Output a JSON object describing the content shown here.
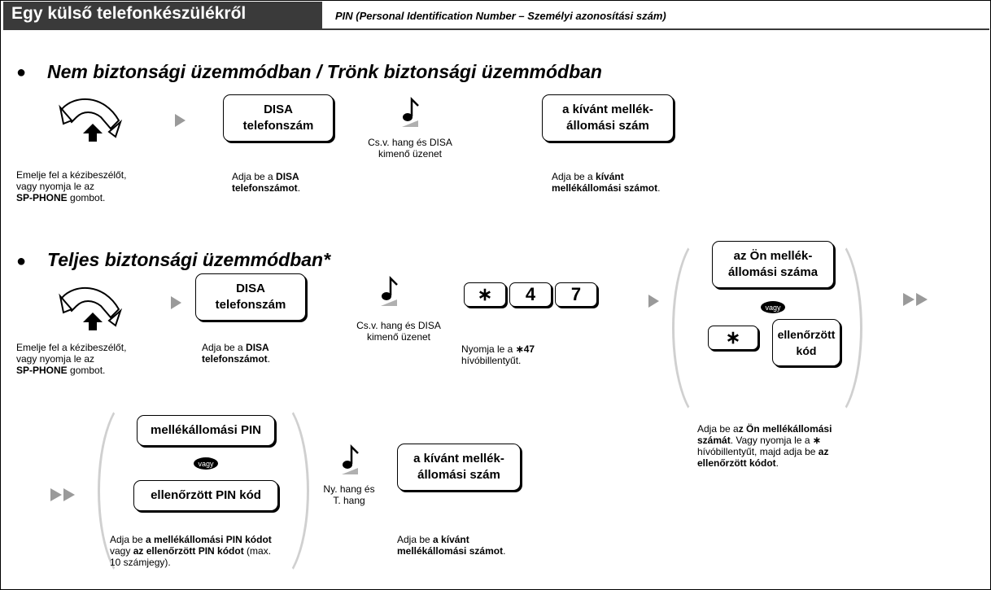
{
  "header": {
    "title": "Egy külső telefonkészülékről",
    "subtitle": "PIN (Personal Identification Number – Személyi azonosítási szám)"
  },
  "section1": {
    "bullet": "●",
    "title": "Nem biztonsági üzemmódban / Trönk biztonsági üzemmódban",
    "steps": {
      "offhook_desc": [
        "Emelje fel a kézibeszélőt,",
        "vagy nyomja le az",
        "SP-PHONE",
        " gombot."
      ],
      "disa_key": [
        "DISA",
        "telefonszám"
      ],
      "disa_desc": [
        "Adja be a ",
        "DISA",
        "telefonszámot",
        "."
      ],
      "tone": [
        "Cs.v. hang és DISA",
        "kimenő üzenet"
      ],
      "ext_key": [
        "a kívánt mellék-",
        "állomási szám"
      ],
      "ext_desc": [
        "Adja be a ",
        "kívánt",
        "mellékállomási számot",
        "."
      ]
    }
  },
  "section2": {
    "bullet": "●",
    "title": "Teljes biztonsági üzemmódban*",
    "steps": {
      "offhook_desc": [
        "Emelje fel a kézibeszélőt,",
        "vagy nyomja le az",
        "SP-PHONE",
        " gombot."
      ],
      "disa_key": [
        "DISA",
        "telefonszám"
      ],
      "disa_desc": [
        "Adja be a ",
        "DISA",
        "telefonszámot",
        "."
      ],
      "tone": [
        "Cs.v. hang és DISA",
        "kimenő üzenet"
      ],
      "feature_keys": [
        "∗",
        "4",
        "7"
      ],
      "feature_desc": [
        "Nyomja le a ",
        "∗47",
        "hívóbillentyűt."
      ],
      "own_ext_key": [
        "az Ön mellék-",
        "állomási száma"
      ],
      "or_label": "vagy",
      "star_key": "∗",
      "verified_key": [
        "ellenőrzött",
        "kód"
      ],
      "own_ext_desc": [
        "Adja be a",
        "z Ön mellékállomási",
        "számát",
        ". Vagy nyomja le a ",
        "∗",
        "hívóbillentyűt, majd adja be ",
        "az",
        "ellenőrzött kódot",
        "."
      ],
      "pin_key": "mellékállomási PIN",
      "pin_or_label": "vagy",
      "verified_pin_key": "ellenőrzött PIN kód",
      "pin_desc": [
        "Adja be ",
        "a mellékállomási PIN kódot",
        "vagy ",
        "az ellenőrzött PIN kódot",
        " (max.",
        "10 számjegy)."
      ],
      "tone2": [
        "Ny. hang és",
        "T. hang"
      ],
      "ext_key": [
        "a kívánt mellék-",
        "állomási szám"
      ],
      "ext_desc": [
        "Adja be ",
        "a kívánt",
        "mellékállomási számot",
        "."
      ]
    }
  },
  "colors": {
    "header_bg": "#3a3a3a",
    "arrow": "#9a9a9a",
    "paren": "#d0d0d0"
  },
  "icons": [
    "handset-offhook-icon",
    "tone-note-icon",
    "play-arrow-icon",
    "double-arrow-icon"
  ]
}
